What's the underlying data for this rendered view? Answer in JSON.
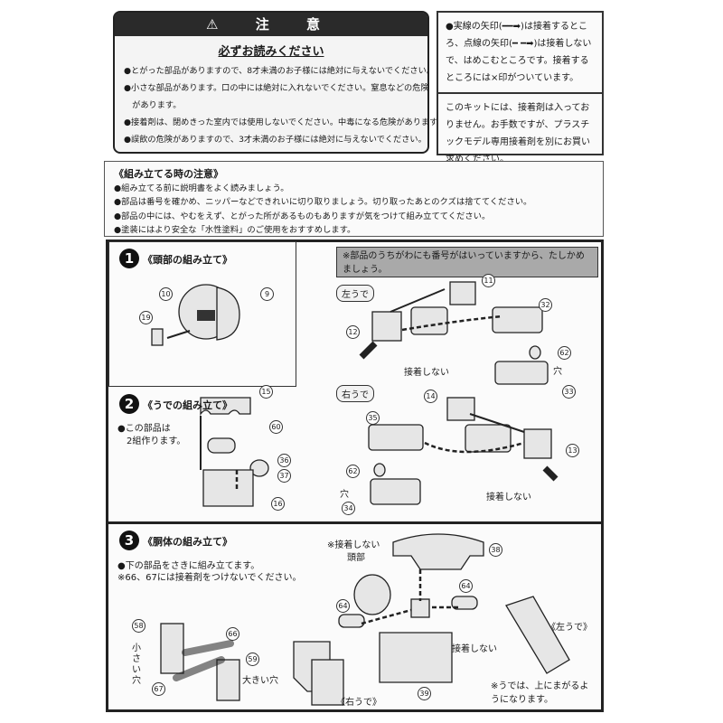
{
  "warning": {
    "title": "注 意",
    "subtitle": "必ずお読みください",
    "items": [
      "●とがった部品がありますので、8才未満のお子様には絶対に与えないでください。",
      "●小さな部品があります。口の中には絶対に入れないでください。窒息などの危険",
      "　があります。",
      "●接着剤は、閉めきった室内では使用しないでください。中毒になる危険があります。",
      "●誤飲の危険がありますので、3才未満のお子様には絶対に与えないでください。"
    ]
  },
  "legend": {
    "arrows": "●実線の矢印(━━➡)は接着するところ、点線の矢印(━ ━➡)は接着しないで、はめこむところです。接着するところには×印がついています。",
    "glue": "このキットには、接着剤は入っておりません。お手数ですが、プラスチックモデル専用接着剤を別にお買い求めください。"
  },
  "notes": {
    "title": "《組み立てる時の注意》",
    "items": [
      "●組み立てる前に説明書をよく読みましょう。",
      "●部品は番号を確かめ、ニッパーなどできれいに切り取りましょう。切り取ったあとのクズは捨ててください。",
      "●部品の中には、やむをえず、とがった所があるものもありますが気をつけて組み立ててください。",
      "●塗装にはより安全な「水性塗料」のご使用をおすすめします。"
    ]
  },
  "step1": {
    "number": "1",
    "title": "《頭部の組み立て》",
    "parts": [
      "10",
      "9",
      "19"
    ]
  },
  "step2": {
    "number": "2",
    "title": "《うでの組み立て》",
    "note": "●この部品は\n　2組作ります。",
    "parts": [
      "15",
      "60",
      "36",
      "37",
      "16"
    ]
  },
  "arms": {
    "note": "※部品のうちがわにも番号がはいっていますから、たしかめましょう。",
    "left_tag": "左うで",
    "right_tag": "右うで",
    "no_glue": "接着しない",
    "hole": "穴",
    "left_parts": [
      "11",
      "32",
      "12",
      "62",
      "33"
    ],
    "right_parts": [
      "14",
      "35",
      "13",
      "62",
      "34"
    ]
  },
  "step3": {
    "number": "3",
    "title": "《胴体の組み立て》",
    "note1": "●下の部品をさきに組み立てます。",
    "note2": "※66、67には接着剤をつけないでください。",
    "no_glue_head": "※接着しない",
    "head": "頭部",
    "no_glue": "接着しない",
    "left_arm": "《左うで》",
    "right_arm": "《右うで》",
    "small_hole": "小さい穴",
    "big_hole": "大きい穴",
    "arm_note": "※うでは、上にまがるようになります。",
    "parts": [
      "38",
      "64",
      "64",
      "58",
      "66",
      "59",
      "67",
      "39"
    ]
  }
}
